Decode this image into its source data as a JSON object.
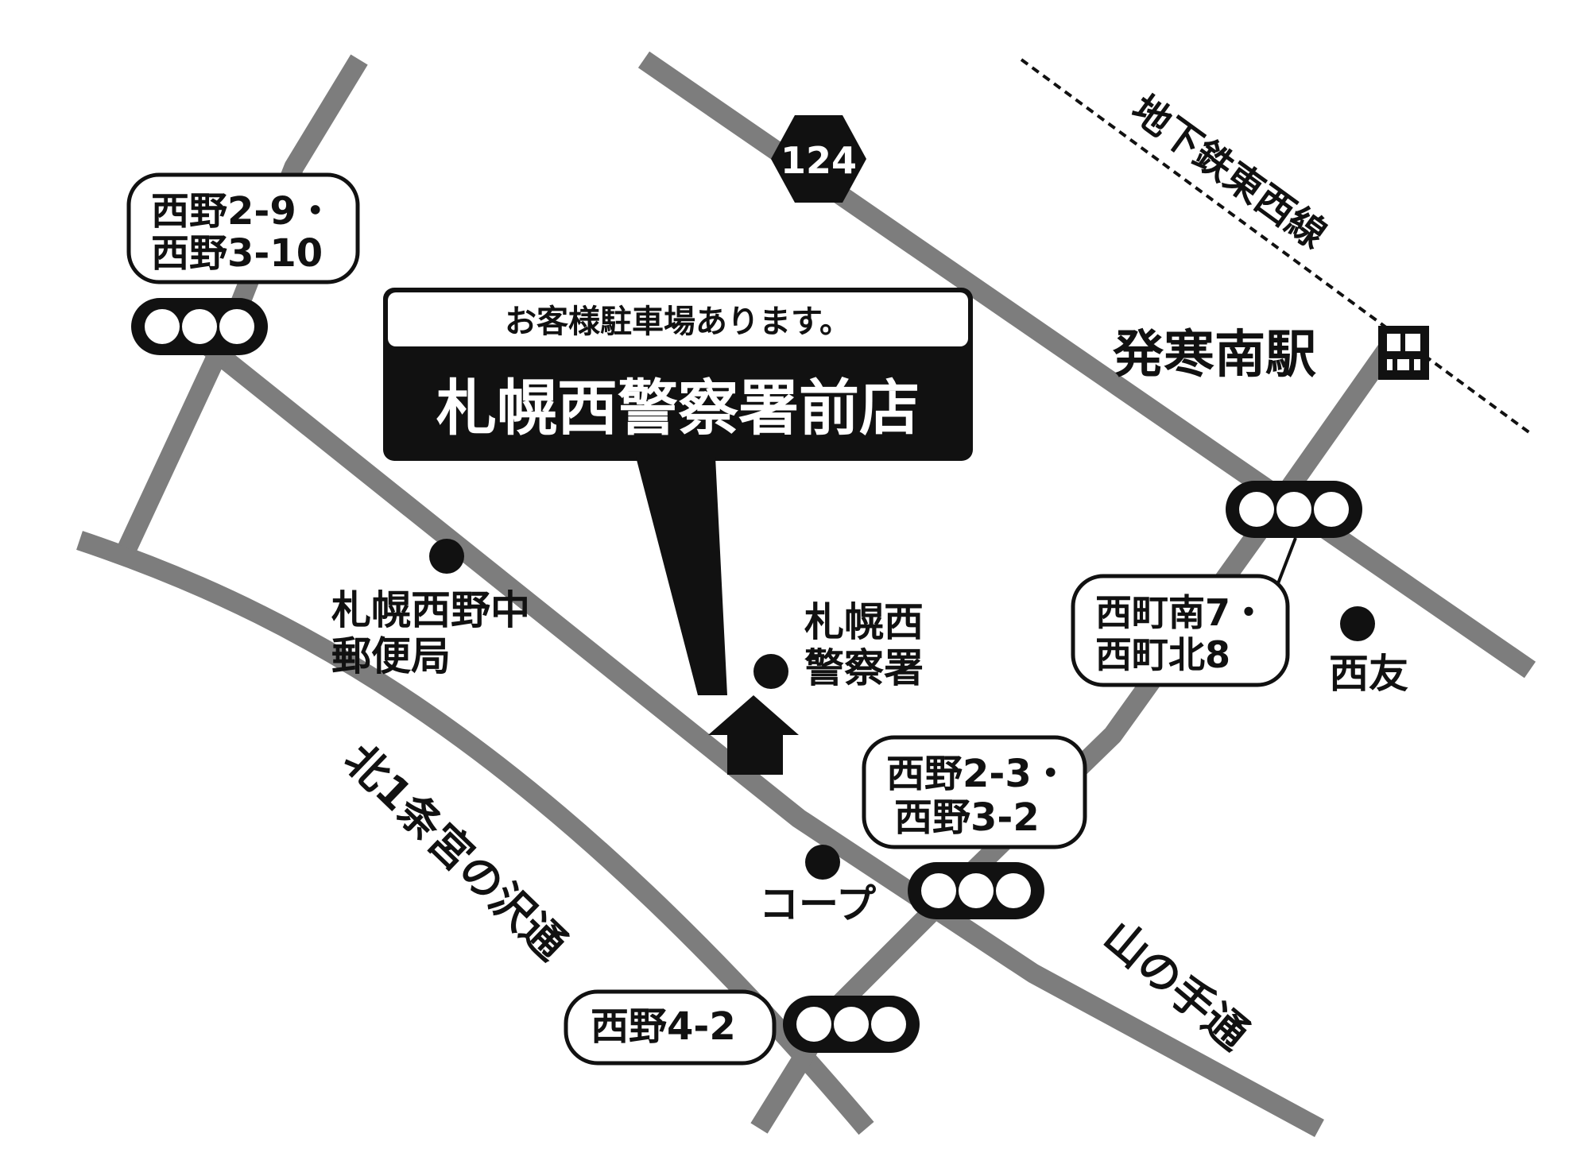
{
  "colors": {
    "road": "#7d7d7d",
    "ink": "#111111",
    "paper": "#ffffff"
  },
  "route": {
    "number": "124"
  },
  "store": {
    "parking_note": "お客様駐車場あります。",
    "name": "札幌西警察署前店",
    "marker_icon": "house-icon"
  },
  "station": {
    "name": "発寒南駅",
    "line": "地下鉄東西線",
    "icon": "train-icon"
  },
  "streets": {
    "kita1jo": "北1条宮の沢通",
    "yamanote": "山の手通"
  },
  "intersections": {
    "nishino_2_9": {
      "line1": "西野2-9・",
      "line2": "西野3-10"
    },
    "nishimachi": {
      "line1": "西町南7・",
      "line2": "西町北8"
    },
    "nishino_2_3": {
      "line1": "西野2-3・",
      "line2": "西野3-2"
    },
    "nishino_4_2": {
      "line1": "西野4-2"
    }
  },
  "landmarks": {
    "post_office": {
      "line1": "札幌西野中",
      "line2": "郵便局"
    },
    "police": {
      "line1": "札幌西",
      "line2": "警察署"
    },
    "coop": {
      "label": "コープ"
    },
    "saiyu": {
      "label": "西友"
    }
  },
  "icons": {
    "traffic_signal": "traffic-signal-icon",
    "landmark": "landmark-dot-icon"
  }
}
